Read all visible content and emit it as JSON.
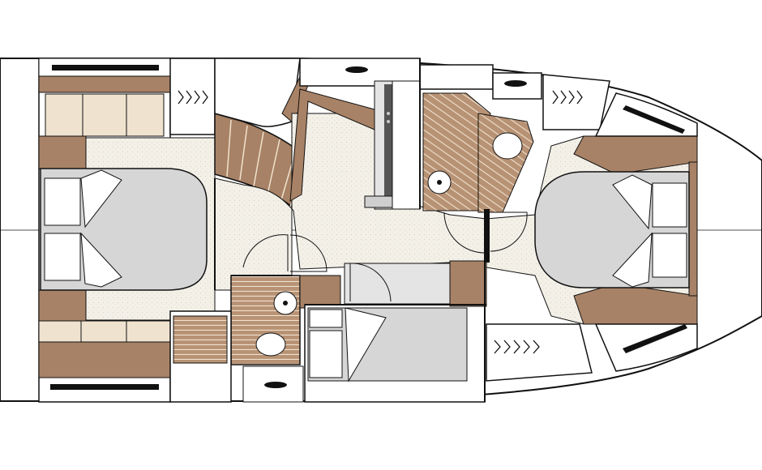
{
  "diagram": {
    "type": "yacht-deck-layout",
    "labels": []
  },
  "colors": {
    "background": "#ffffff",
    "outline": "#111111",
    "wood_dark": "#a88266",
    "wood_light": "#efe2cf",
    "carpet": "#f3f0e8",
    "bed": "#d6d6d6",
    "furniture": "#ffffff",
    "counter": "#e4e4e4"
  },
  "rooms": [
    {
      "id": "aft-cabin",
      "kind": "cabin"
    },
    {
      "id": "aft-staircase",
      "kind": "stairs"
    },
    {
      "id": "galley-corridor",
      "kind": "corridor"
    },
    {
      "id": "aft-head",
      "kind": "bathroom"
    },
    {
      "id": "forward-head",
      "kind": "bathroom"
    },
    {
      "id": "guest-cabin",
      "kind": "cabin"
    },
    {
      "id": "forward-cabin",
      "kind": "cabin"
    }
  ]
}
